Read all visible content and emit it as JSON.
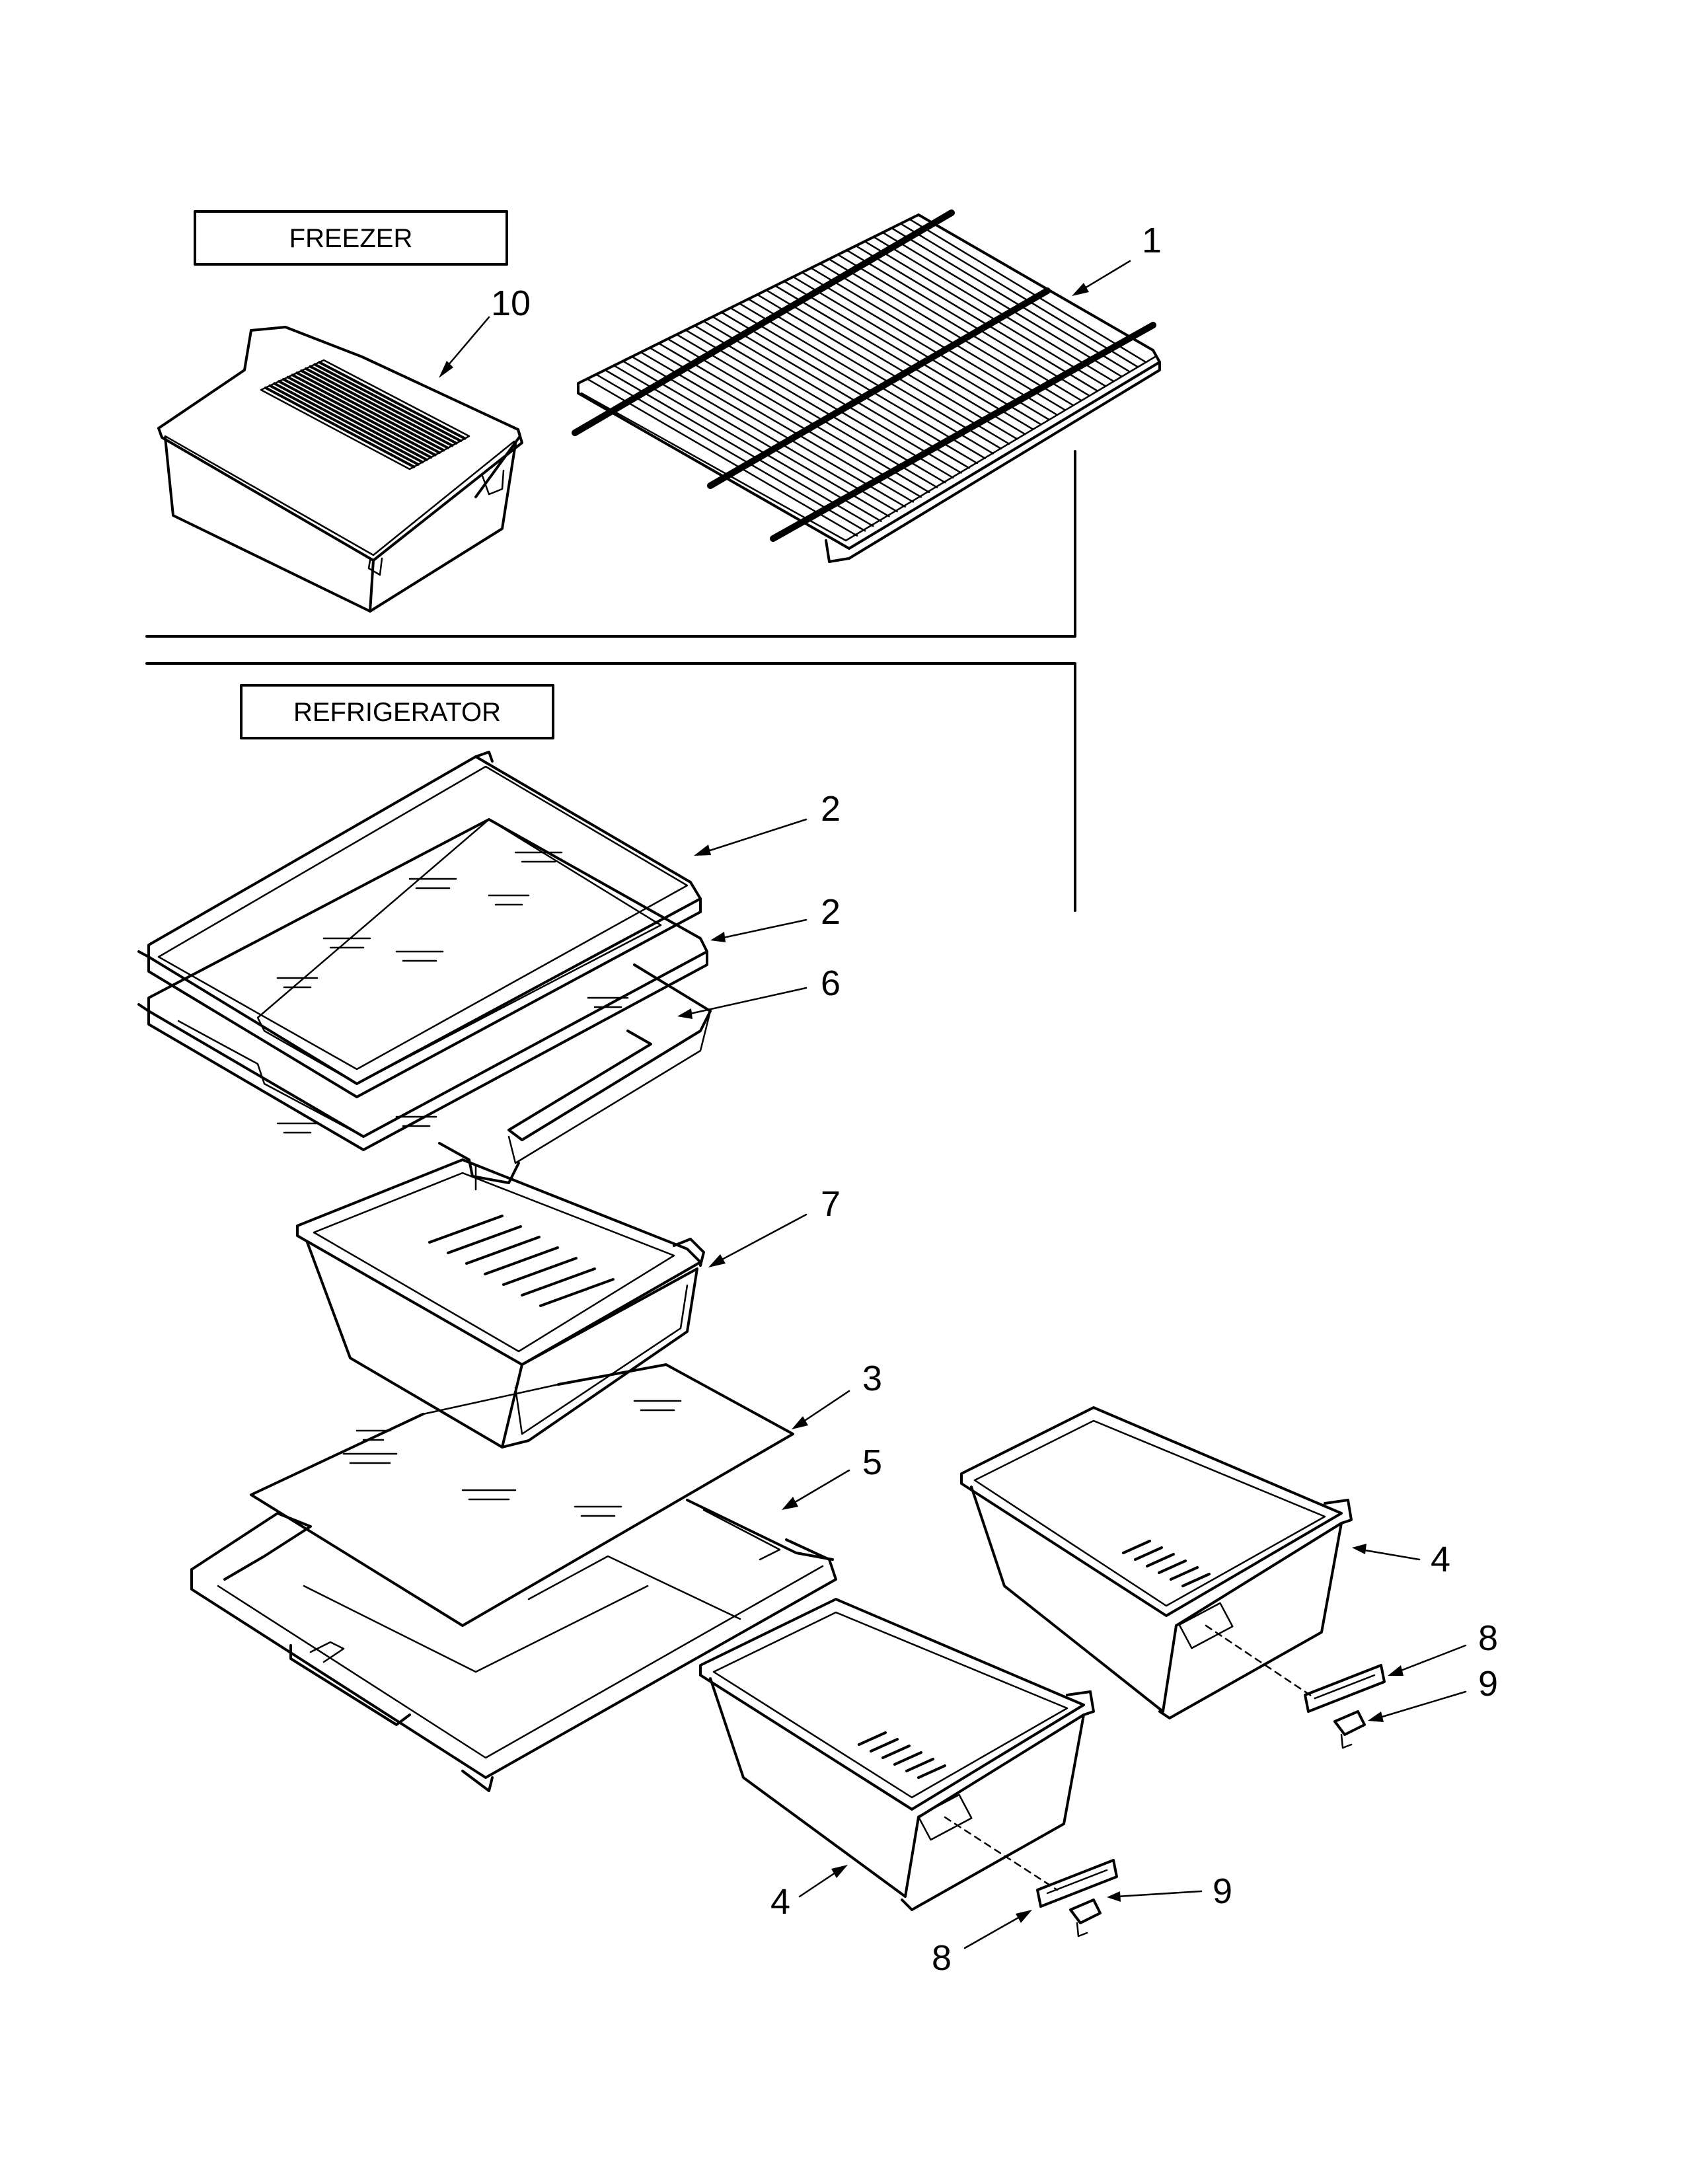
{
  "sections": {
    "freezer": "FREEZER",
    "refrigerator": "REFRIGERATOR"
  },
  "parts": [
    {
      "id": "shelf-wire",
      "callout": "1"
    },
    {
      "id": "shelf-glass-upper",
      "callout": "2"
    },
    {
      "id": "shelf-glass-lower",
      "callout": "2"
    },
    {
      "id": "glass-cover",
      "callout": "3"
    },
    {
      "id": "crisper-right",
      "callout": "4"
    },
    {
      "id": "crisper-left",
      "callout": "4"
    },
    {
      "id": "crisper-frame",
      "callout": "5"
    },
    {
      "id": "pan-frame",
      "callout": "6"
    },
    {
      "id": "meat-pan",
      "callout": "7"
    },
    {
      "id": "slide-right",
      "callout": "8"
    },
    {
      "id": "slide-left",
      "callout": "8"
    },
    {
      "id": "knob-right",
      "callout": "9"
    },
    {
      "id": "knob-left",
      "callout": "9"
    },
    {
      "id": "freezer-basket",
      "callout": "10"
    }
  ]
}
